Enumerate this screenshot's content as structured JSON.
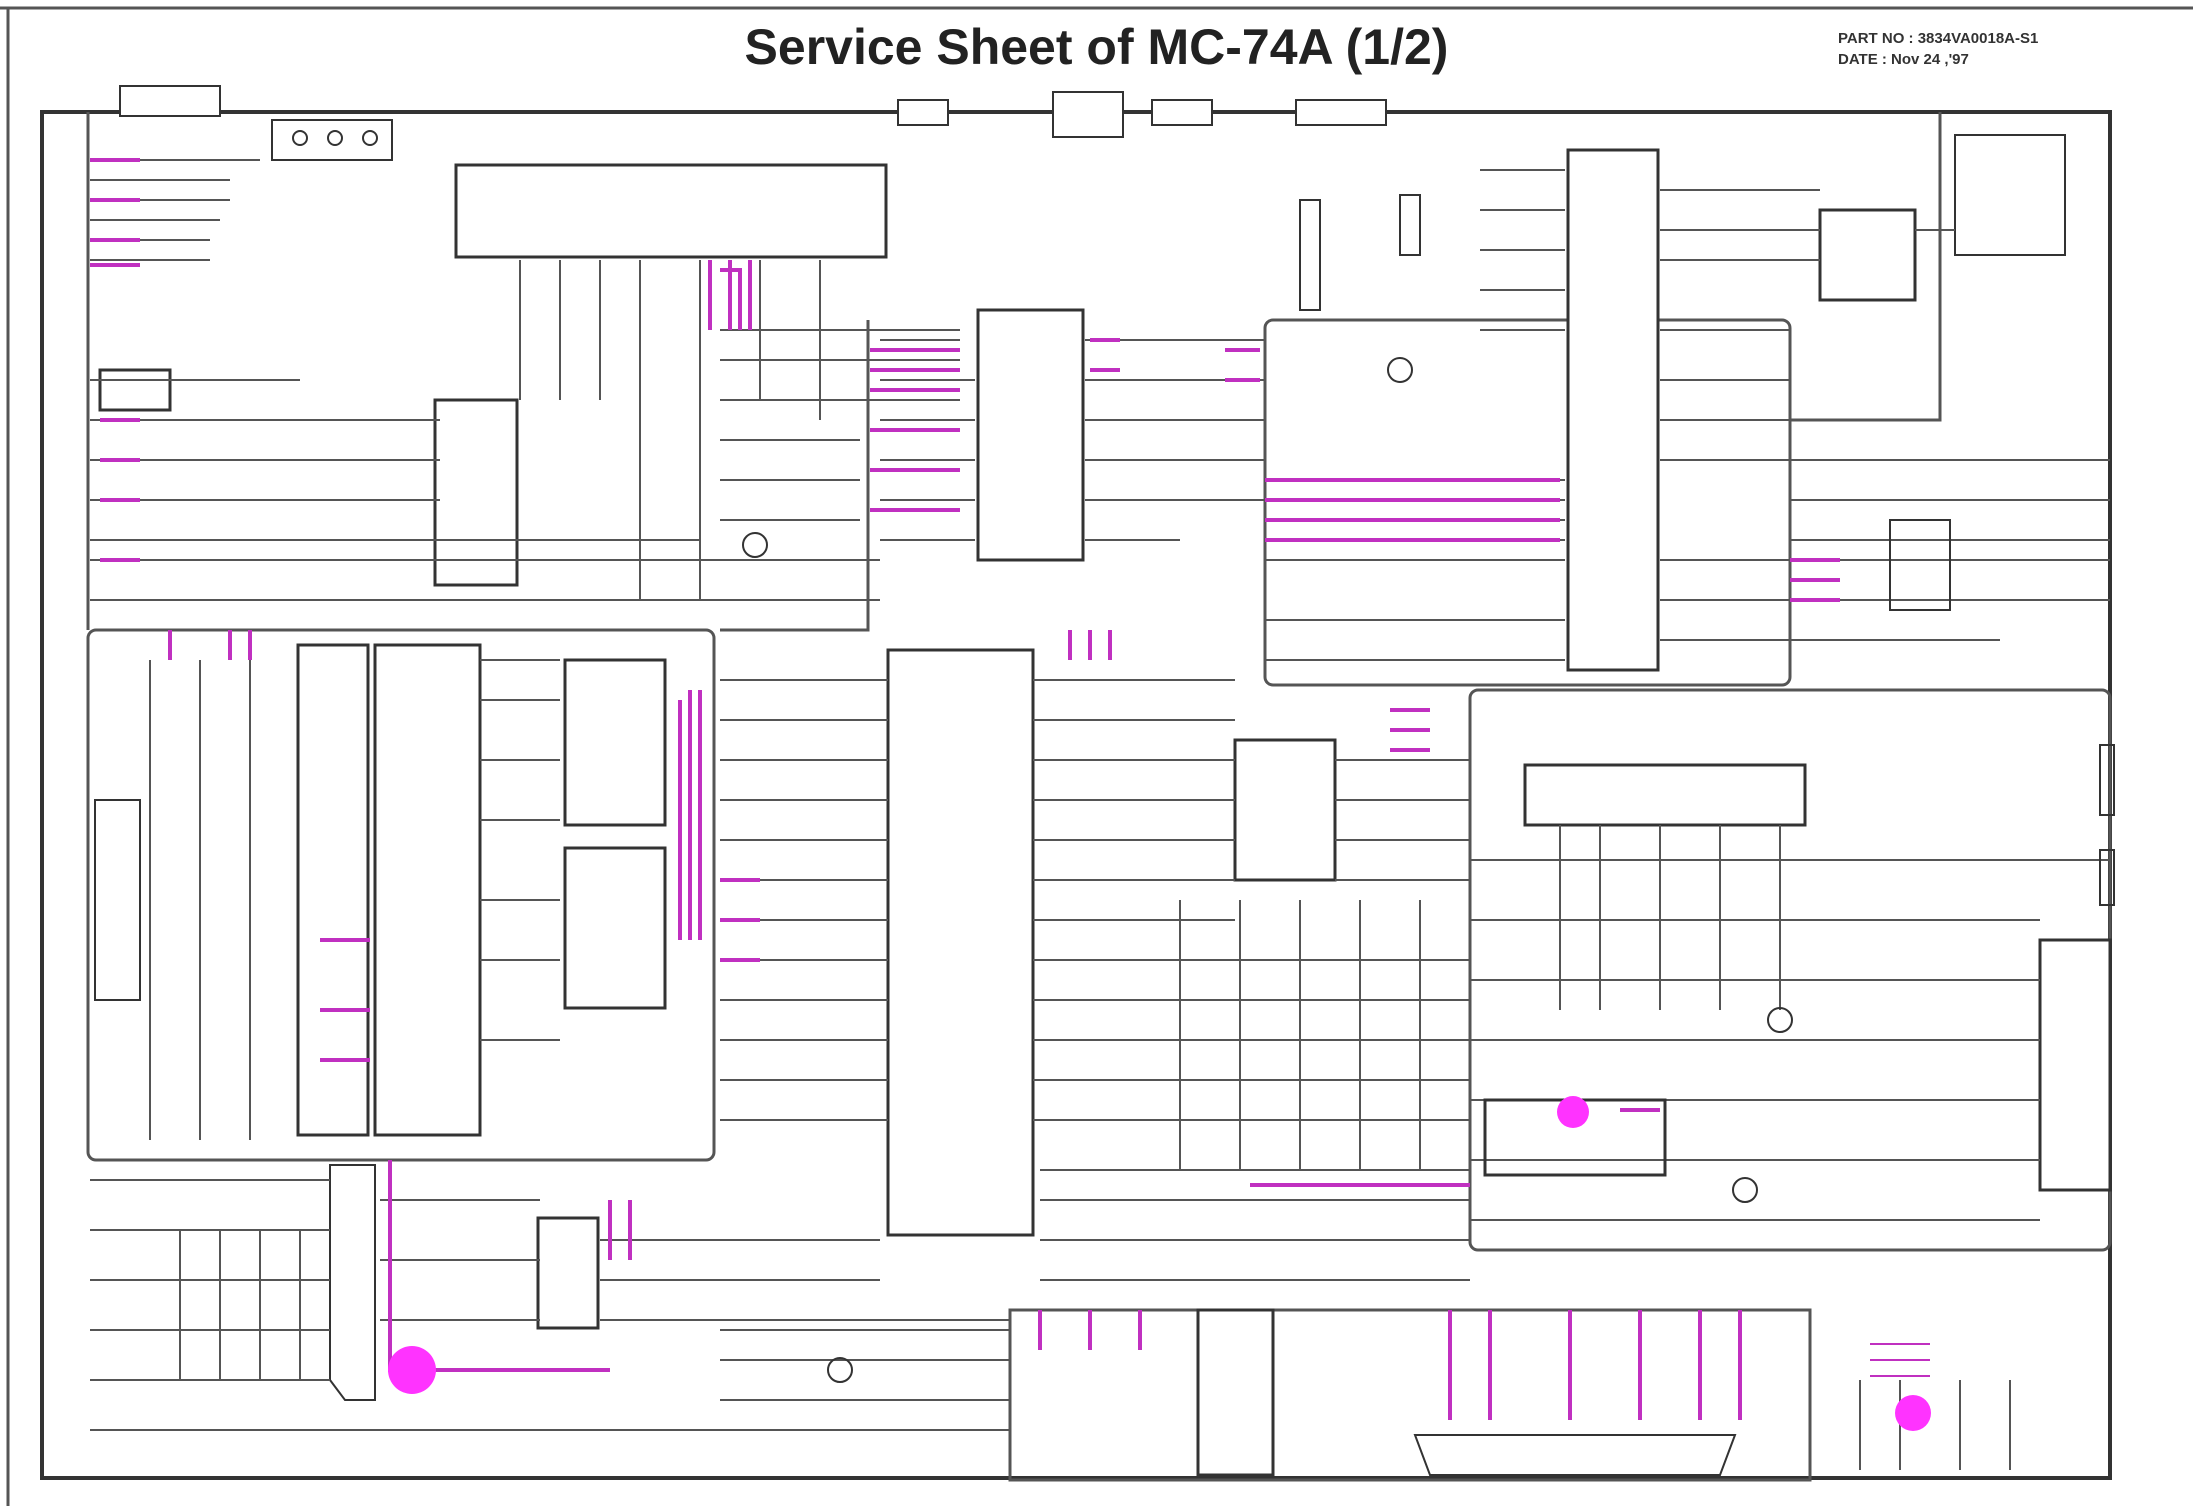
{
  "document": {
    "title": "Service Sheet of MC-74A  (1/2)",
    "part_no": "PART NO : 3834VA0018A-S1",
    "date": "DATE : Nov 24 ,'97"
  },
  "colors": {
    "wire": "#444444",
    "signal": "#c030c0",
    "border": "#333333",
    "marker": "#ff33ff"
  },
  "icons": [
    "connector-icon",
    "ic-chip-icon",
    "transistor-icon",
    "resistor-icon",
    "capacitor-icon",
    "test-point-marker-icon"
  ]
}
